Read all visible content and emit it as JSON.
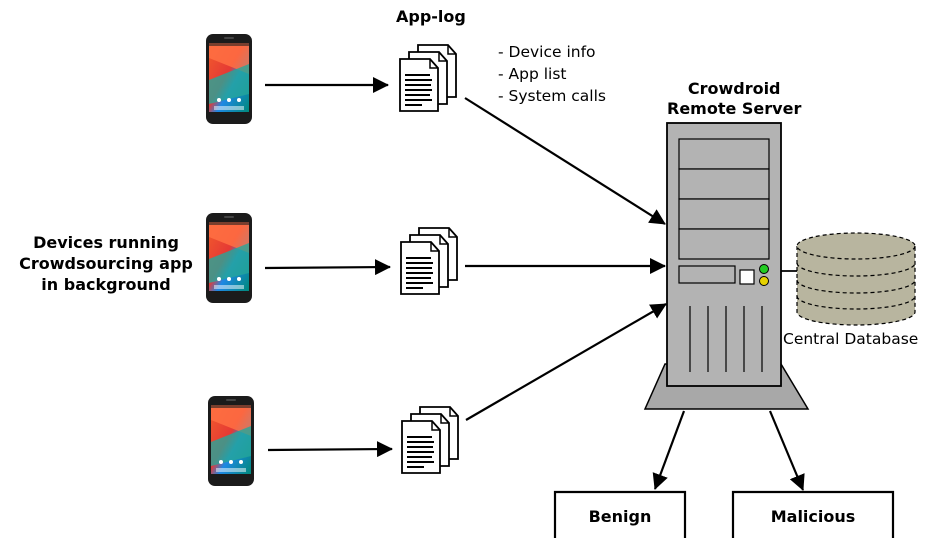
{
  "applog": {
    "title": "App-log",
    "items": [
      "- Device info",
      "- App list",
      "- System calls"
    ]
  },
  "server": {
    "title_line1": "Crowdroid",
    "title_line2": "Remote Server"
  },
  "devices": {
    "line1": "Devices running",
    "line2": "Crowdsourcing app",
    "line3": "in background"
  },
  "database": {
    "label": "Central Database"
  },
  "outputs": {
    "benign": "Benign",
    "malicious": "Malicious"
  },
  "icons": {
    "phone": "smartphone-icon",
    "document": "document-stack-icon",
    "server": "server-tower-icon",
    "database": "database-cylinder-icon"
  },
  "colors": {
    "server_body": "#b3b3b3",
    "database": "#b8b59f",
    "status_green": "#22cc22",
    "status_yellow": "#e6d200"
  }
}
